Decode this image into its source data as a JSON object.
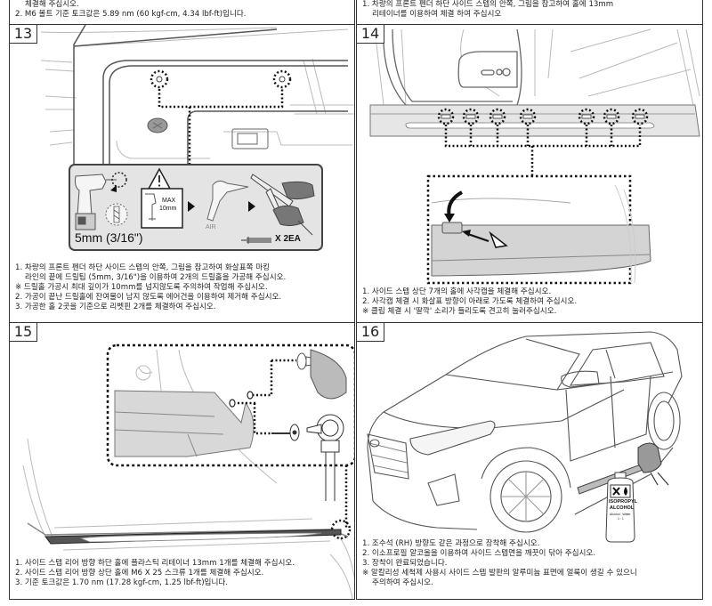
{
  "top_partial": {
    "left_lines": [
      "체결해 주십시오.",
      "2. M6 볼트 기준 토크값은 5.89 nm (60 kgf-cm, 4.34 lbf-ft)입니다."
    ],
    "right_lines": [
      "1. 차량의 프론트 펜더 하단 사이드 스텝의 안쪽, 그림을 참고하여 홀에 13mm",
      "리테이너를 이용하여 체결 하여 주십시오"
    ]
  },
  "steps": [
    {
      "number": "13",
      "tool_box": {
        "drill_size": "5mm (3/16\")",
        "max_depth_label_1": "MAX",
        "max_depth_label_2": "10mm",
        "air_label": "AIR",
        "rivet_count": "X 2EA"
      },
      "instructions": [
        "1. 차량의 프론트 펜더 하단 사이드 스텝의 안쪽, 그림을 참고하여 화살표쪽 마킹",
        "라인의 끝에 드릴팁 (5mm, 3/16\")을 이용하여 2개의 드릴홀을 가공해 주십시오.",
        "※ 드릴홀 가공시 최대 깊이가 10mm를 넘지않도록 주의하여 작업해 주십시오.",
        "2. 가공이 끝난 드릴홀에 잔여물이 남지 않도록 에어건을 이용하여 제거해 주십시오.",
        "3. 가공한 홀 2곳을 기준으로 리벳핀 2개를 체결하여 주십시오."
      ]
    },
    {
      "number": "14",
      "clip_count": 7,
      "instructions": [
        "1. 사이드 스텝 상단 7개의 홀에 사각캡을 체결해 주십시오.",
        "2. 사각캡 체결 시 화살표 방향이 아래로 가도록 체결하여 주십시오.",
        "※ 클립 체결 시 '딸깍' 소리가 들리도록 견고히 눌러주십시오."
      ]
    },
    {
      "number": "15",
      "instructions": [
        "1. 사이드 스텝 리어 방향 하단 홀에  플라스틱 리테이너 13mm 1개를 체결해 주십시오.",
        "2. 사이드 스텝 리어 방향 상단 홀에 M6 X 25 스크류 1개를 체결해 주십시오.",
        "3. 기준 토크값은 1.70 nm (17.28 kgf-cm, 1.25 lbf-ft)입니다."
      ]
    },
    {
      "number": "16",
      "bottle": {
        "line1": "ISOPROPYL",
        "line2": "ALCOHOL",
        "line3": "Alcohol : Water",
        "line4": "1 : 1"
      },
      "instructions": [
        "1. 조수석 (RH) 방향도 같은 과정으로 장착해 주십시오.",
        "2. 이소프로필 알코올을 이용하여 사이드 스텝면을 깨끗이 닦아 주십시오.",
        "3. 장착이 완료되었습니다.",
        "※ 알칼리성 세척제 사용시 사이드 스텝 발판의 알루미늄 표면에 얼룩이 생길 수 있으니",
        "주의하여 주십시오."
      ]
    }
  ]
}
